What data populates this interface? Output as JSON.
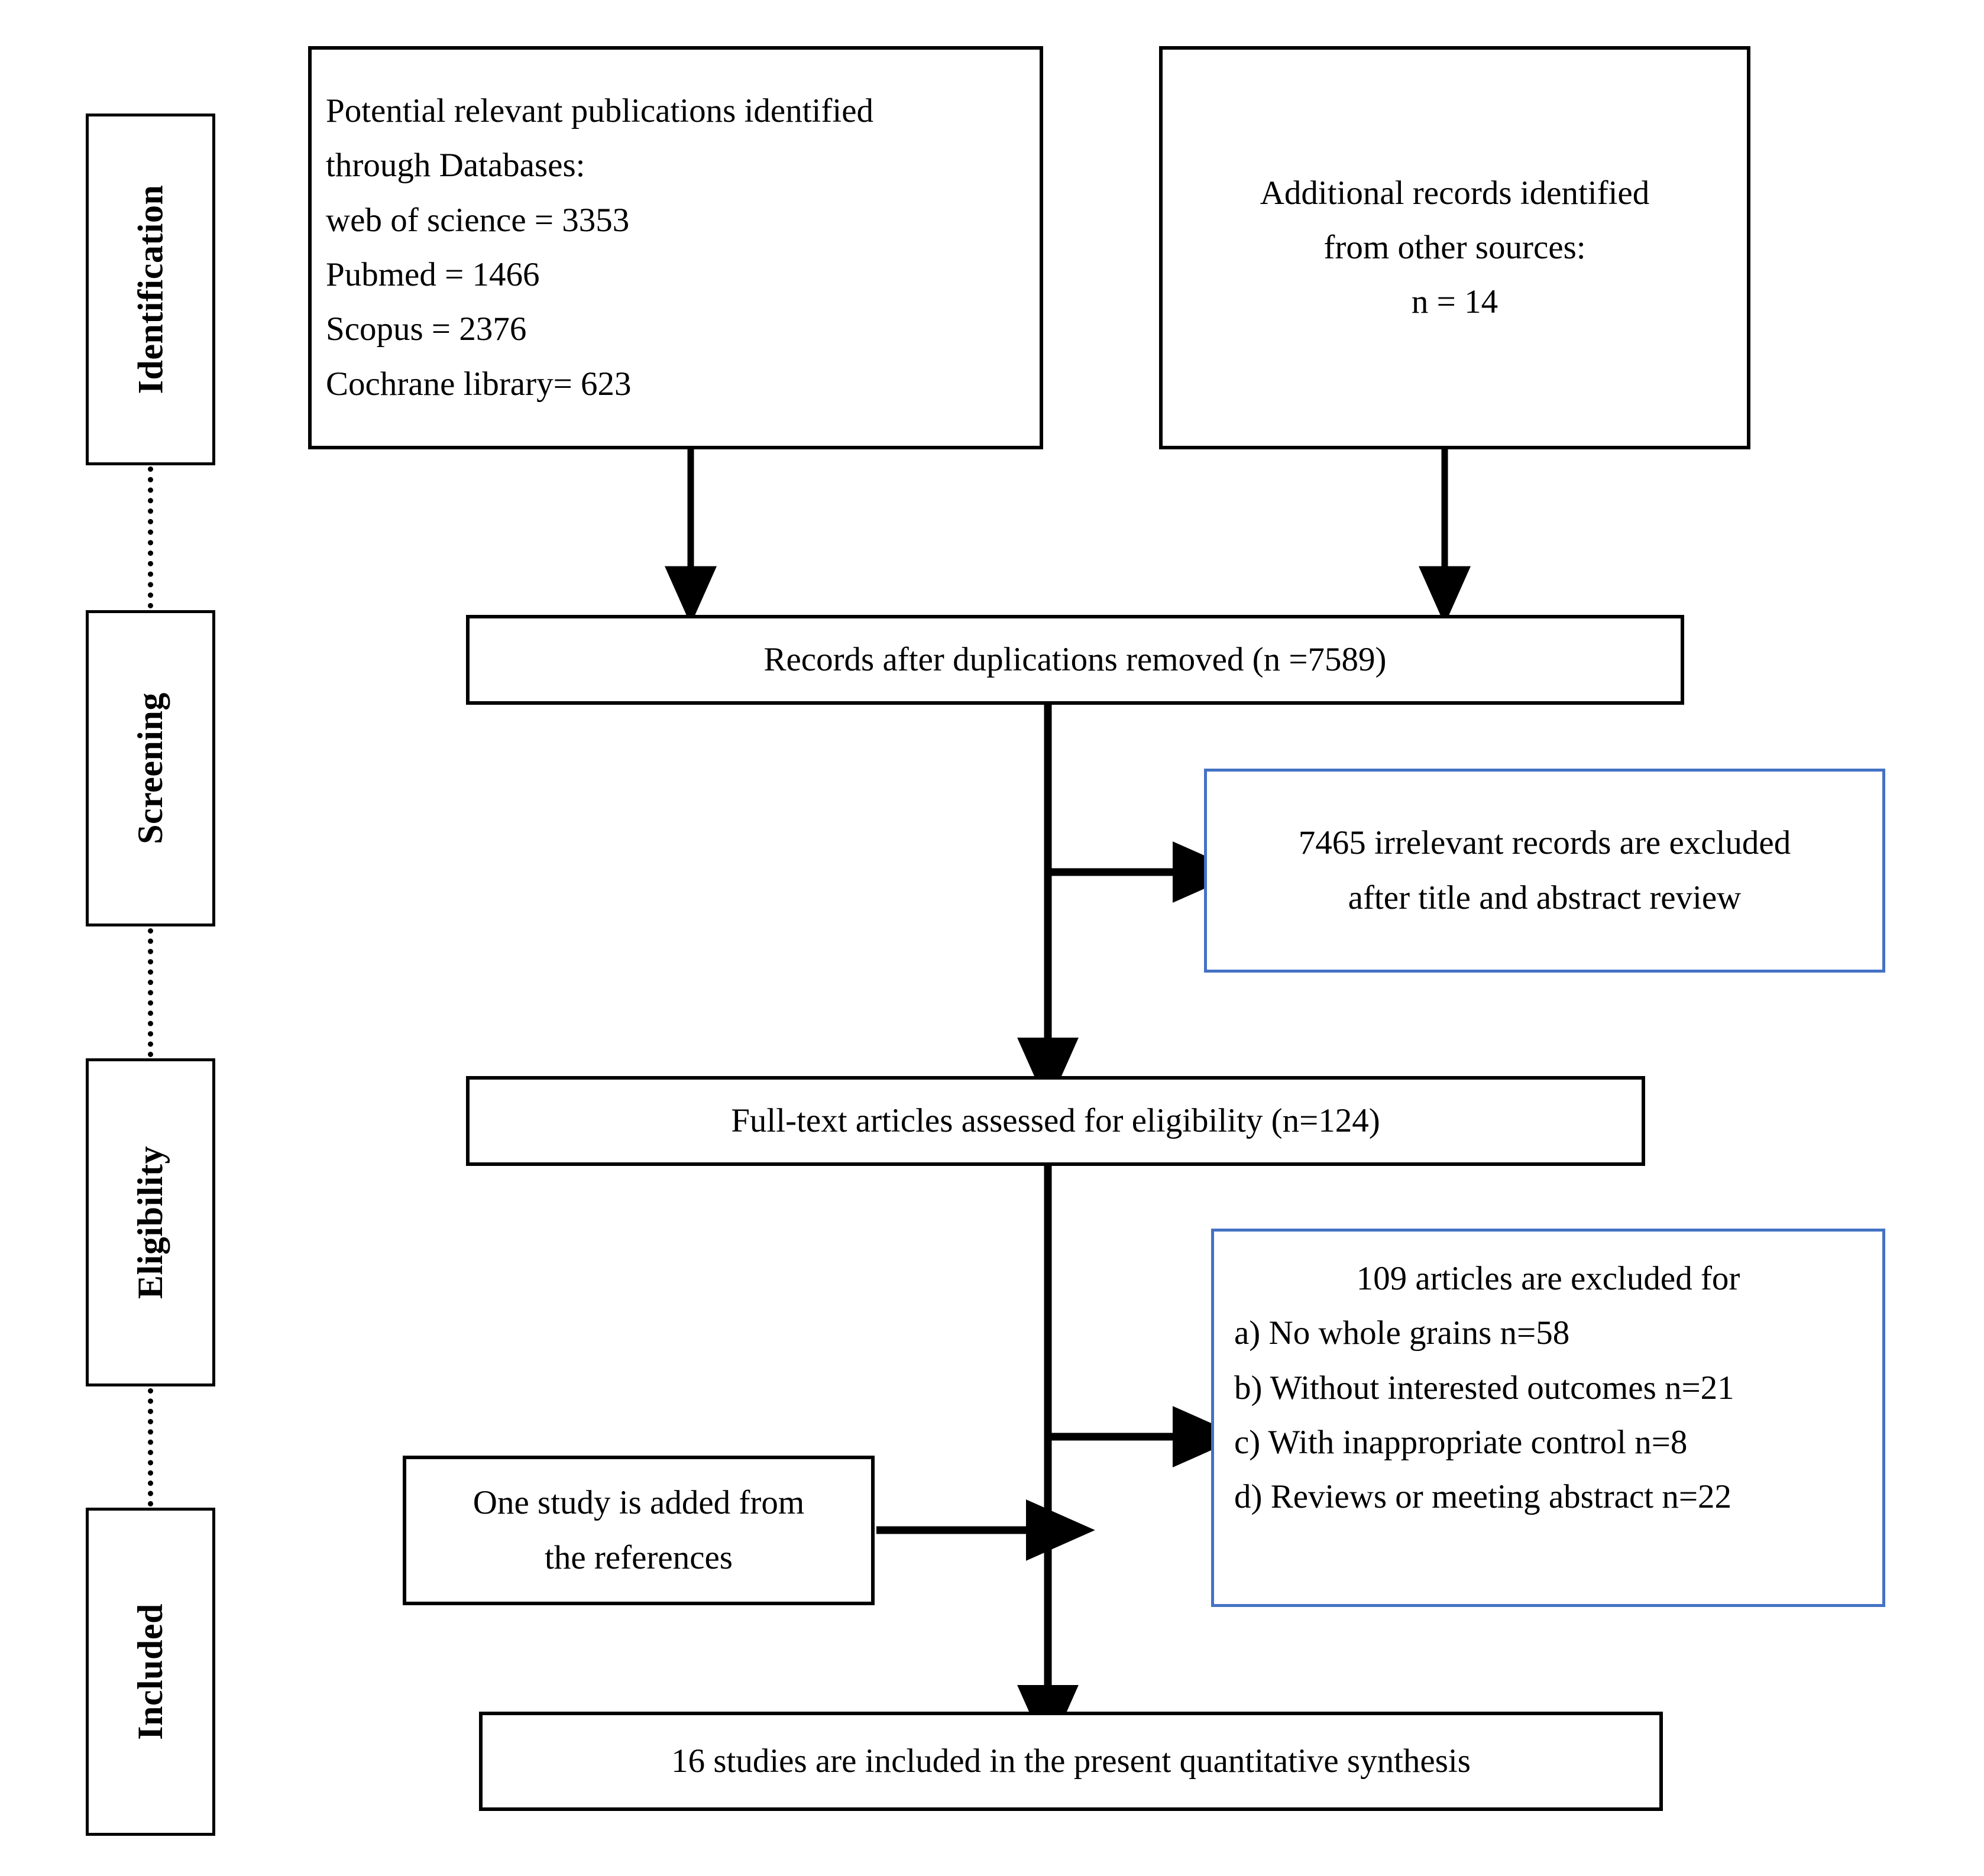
{
  "diagram": {
    "title": "PRISMA study selection flow diagram",
    "accent_blue": "#4472C4",
    "line_color": "#000000",
    "background": "#ffffff"
  },
  "stages": [
    {
      "id": "identification",
      "label": "Identification"
    },
    {
      "id": "screening",
      "label": "Screening"
    },
    {
      "id": "eligibility",
      "label": "Eligibility"
    },
    {
      "id": "included",
      "label": "Included"
    }
  ],
  "boxes": {
    "databases": {
      "text": "Potential relevant publications identified\nthrough Databases:\nweb of science = 3353\nPubmed = 1466\nScopus = 2376\nCochrane library= 623"
    },
    "other_sources": {
      "text": "Additional records identified\nfrom other sources:\nn = 14"
    },
    "after_duplicates": {
      "text": "Records after duplications removed (n =7589)"
    },
    "excluded_title_abstract": {
      "text": "7465 irrelevant records are excluded\nafter title and abstract review"
    },
    "full_text_assessed": {
      "text": "Full-text articles assessed for eligibility (n=124)"
    },
    "excluded_full_text": {
      "heading": "109 articles are excluded for",
      "reasons": [
        "a) No whole grains n=58",
        "b) Without interested outcomes n=21",
        "c) With inappropriate control n=8",
        "d) Reviews or meeting abstract n=22"
      ]
    },
    "added_from_references": {
      "text": "One study is added from\nthe references"
    },
    "final_included": {
      "text": "16 studies are included in the present quantitative synthesis"
    }
  },
  "chart_data": {
    "type": "diagram",
    "title": "PRISMA flow diagram",
    "nodes": [
      {
        "id": "databases",
        "stage": "Identification",
        "counts": {
          "web of science": 3353,
          "Pubmed": 1466,
          "Scopus": 2376,
          "Cochrane library": 623
        }
      },
      {
        "id": "other_sources",
        "stage": "Identification",
        "counts": {
          "n": 14
        }
      },
      {
        "id": "after_duplicates",
        "stage": "Screening",
        "counts": {
          "n": 7589
        }
      },
      {
        "id": "excluded_title_abstract",
        "stage": "Screening",
        "counts": {
          "excluded": 7465
        }
      },
      {
        "id": "full_text_assessed",
        "stage": "Eligibility",
        "counts": {
          "n": 124
        }
      },
      {
        "id": "excluded_full_text",
        "stage": "Eligibility",
        "counts": {
          "total": 109,
          "no_whole_grains": 58,
          "without_interested_outcomes": 21,
          "inappropriate_control": 8,
          "reviews_or_meeting_abstract": 22
        }
      },
      {
        "id": "added_from_references",
        "stage": "Included",
        "counts": {
          "added": 1
        }
      },
      {
        "id": "final_included",
        "stage": "Included",
        "counts": {
          "studies": 16
        }
      }
    ],
    "edges": [
      {
        "from": "databases",
        "to": "after_duplicates"
      },
      {
        "from": "other_sources",
        "to": "after_duplicates"
      },
      {
        "from": "after_duplicates",
        "to": "excluded_title_abstract"
      },
      {
        "from": "after_duplicates",
        "to": "full_text_assessed"
      },
      {
        "from": "full_text_assessed",
        "to": "excluded_full_text"
      },
      {
        "from": "added_from_references",
        "to": "final_included"
      },
      {
        "from": "full_text_assessed",
        "to": "final_included"
      }
    ]
  }
}
